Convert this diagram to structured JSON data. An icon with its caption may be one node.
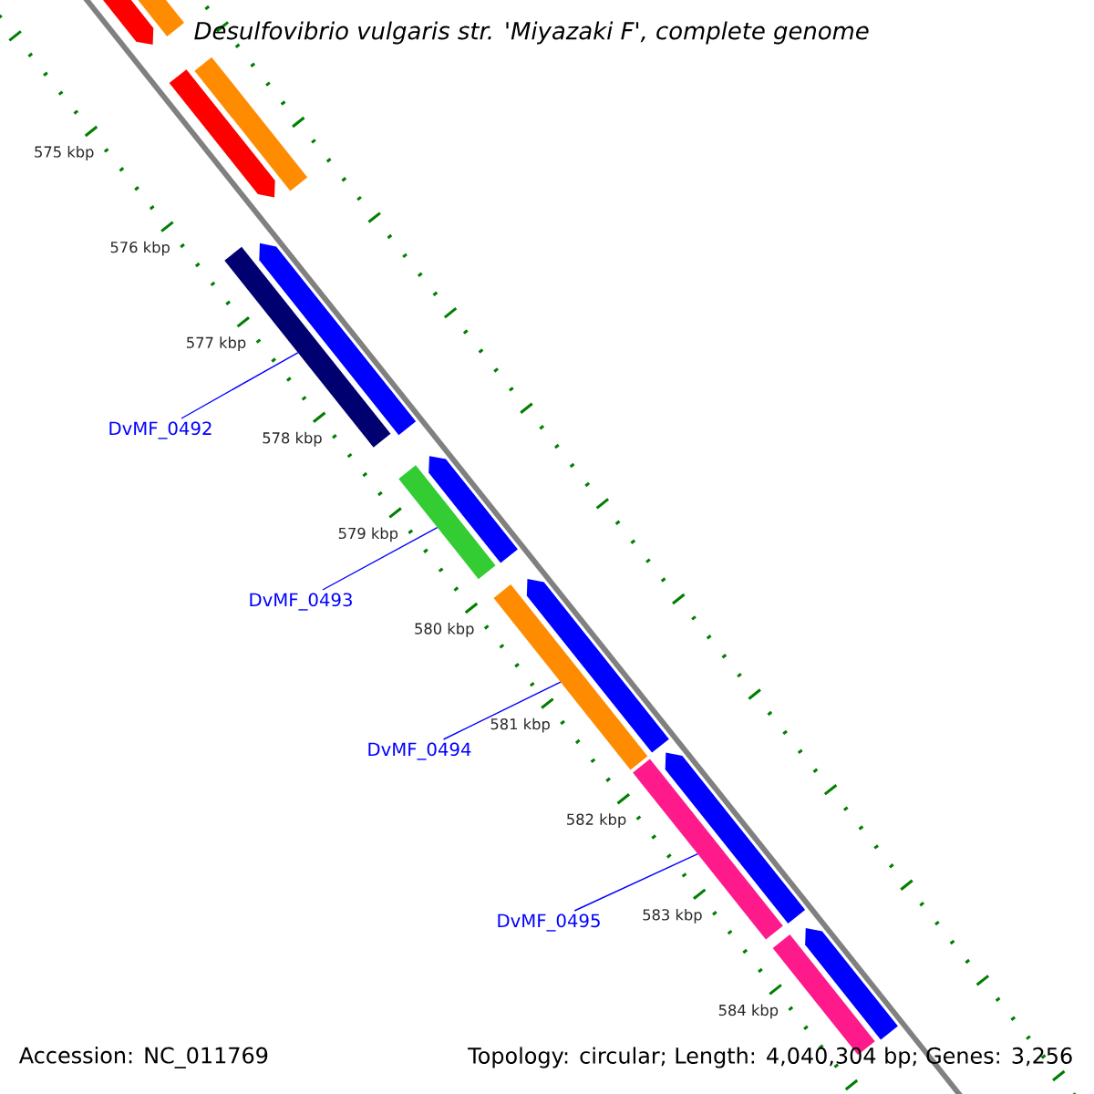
{
  "diagram": {
    "title": "Desulfovibrio vulgaris str. 'Miyazaki F', complete genome",
    "nodes": [
      {
        "text": [
          "DvMF_0492"
        ]
      },
      {
        "text": [
          "DvMF_0493"
        ]
      },
      {
        "text": [
          "DvMF_0494"
        ]
      },
      {
        "text": [
          "DvMF_0495"
        ]
      },
      {
        "text": [],
        "shape": "arrow"
      },
      {
        "text": [],
        "shape": "bar"
      },
      {
        "text": [],
        "shape": "arrow"
      },
      {
        "text": [],
        "shape": "bar"
      },
      {
        "text": [],
        "shape": "bar"
      },
      {
        "text": [],
        "shape": "arrow"
      },
      {
        "text": [],
        "shape": "bar"
      },
      {
        "text": [],
        "shape": "arrow"
      },
      {
        "text": [],
        "shape": "bar"
      },
      {
        "text": [],
        "shape": "arrow"
      },
      {
        "text": [],
        "shape": "bar"
      },
      {
        "text": [],
        "shape": "arrow"
      },
      {
        "text": [],
        "shape": "bar"
      },
      {
        "text": [],
        "shape": "arrow"
      }
    ],
    "edges": [
      {
        "from": 0,
        "to": 8,
        "arrow": "none"
      },
      {
        "from": 1,
        "to": 10,
        "arrow": "none"
      },
      {
        "from": 2,
        "to": 12,
        "arrow": "none"
      },
      {
        "from": 3,
        "to": 14,
        "arrow": "none"
      }
    ],
    "labels": [
      "575 kbp",
      "576 kbp",
      "577 kbp",
      "578 kbp",
      "579 kbp",
      "580 kbp",
      "581 kbp",
      "582 kbp",
      "583 kbp",
      "584 kbp",
      "Accession: NC_011769",
      "Topology: circular; Length: 4,040,304 bp; Genes: 3,256"
    ]
  }
}
